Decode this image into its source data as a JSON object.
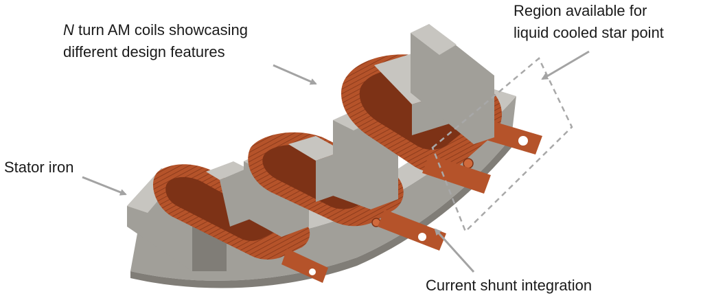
{
  "annotations": {
    "coils": {
      "symbol": "N",
      "line1_rest": " turn AM coils showcasing",
      "line2": "different design features"
    },
    "stator": "Stator iron",
    "cooling": {
      "line1": "Region available for",
      "line2": "liquid cooled star point"
    },
    "shunt": "Current shunt integration"
  },
  "colors": {
    "copper": "#b5532a",
    "copper_dark": "#7d3216",
    "copper_light": "#d06a3c",
    "iron": "#a19f99",
    "iron_light": "#c7c5c0",
    "iron_dark": "#807d77",
    "arrow": "#a3a3a3",
    "dashed_region": "#a8a8a8",
    "text": "#1a1a1a"
  }
}
